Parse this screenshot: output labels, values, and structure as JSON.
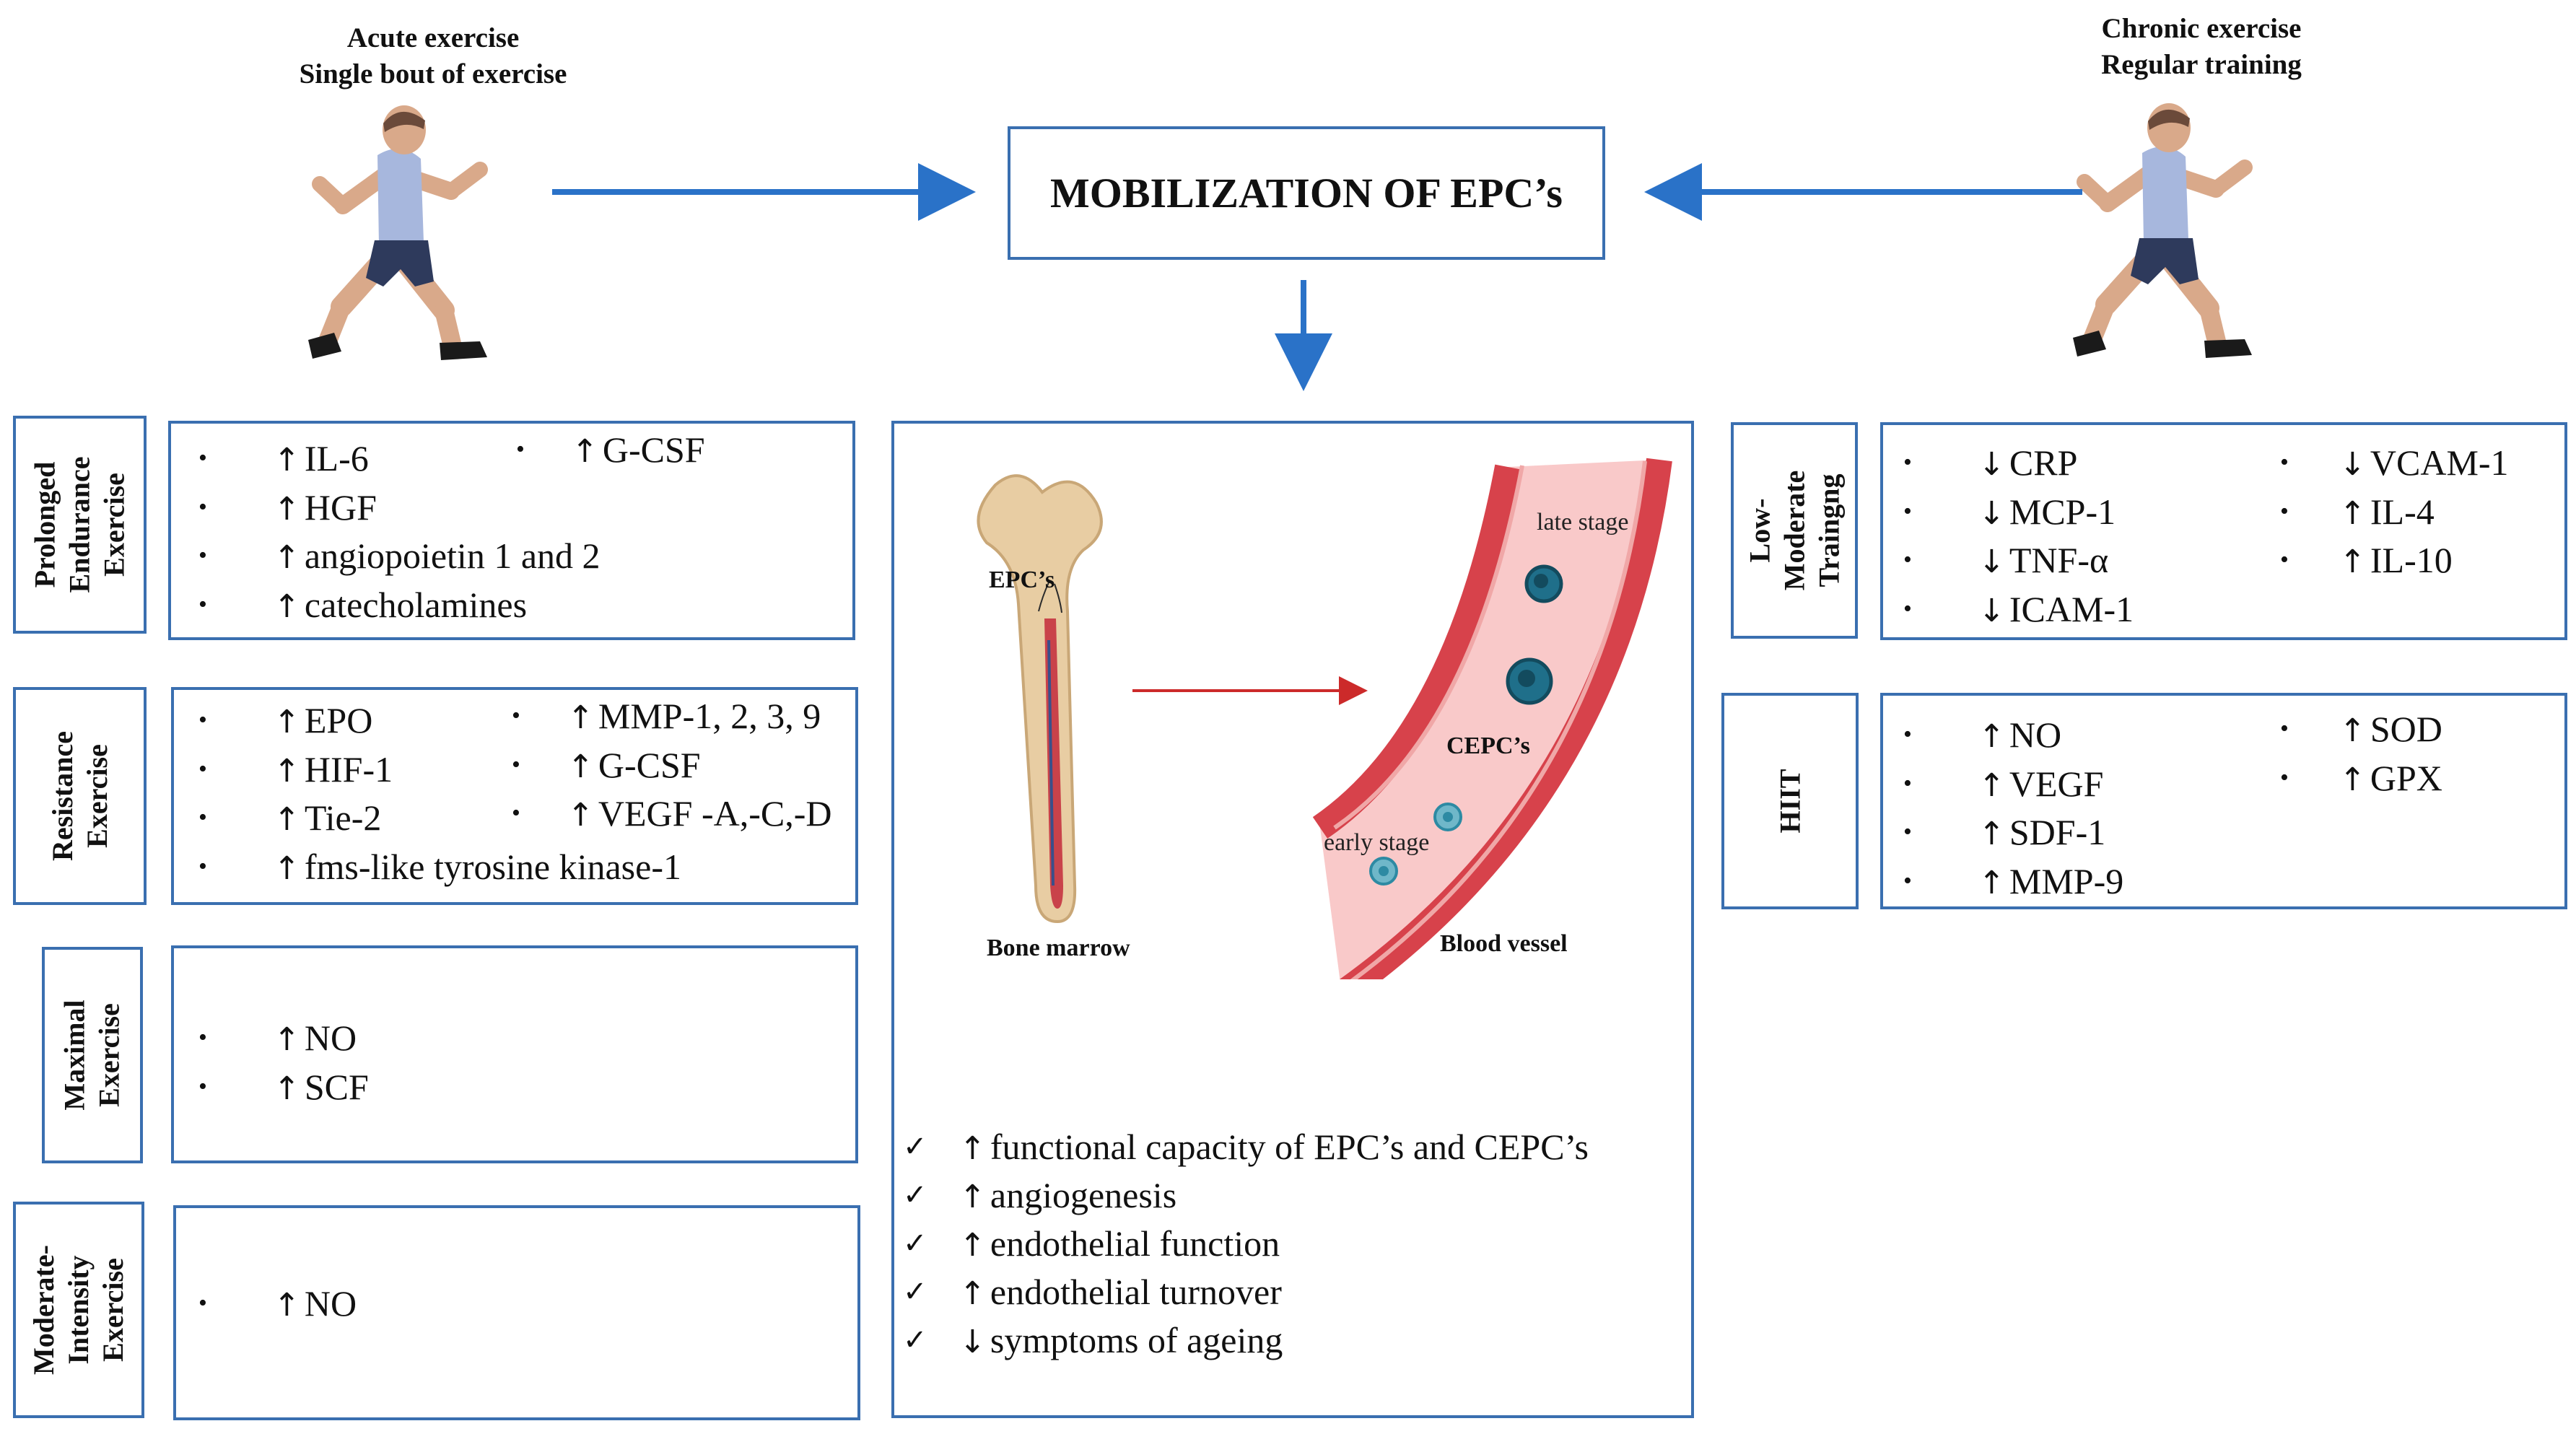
{
  "header_left": {
    "line1": "Acute exercise",
    "line2": "Single bout of exercise"
  },
  "header_right": {
    "line1": "Chronic exercise",
    "line2": "Regular training"
  },
  "center_title": "MOBILIZATION OF EPC’s",
  "colors": {
    "border": "#3a6fb0",
    "arrow": "#2a72c8",
    "red_arrow": "#cc2a2a",
    "vessel": "#d7424b",
    "vessel_inner": "#f9c9c9",
    "cell": "#1f6f8a",
    "bone": "#e8cda3"
  },
  "left_sections": [
    {
      "label": [
        "Prolonged",
        "Endurance",
        "Exercise"
      ],
      "col1": [
        {
          "arrow": "↑",
          "text": "IL-6"
        },
        {
          "arrow": "↑",
          "text": "HGF"
        },
        {
          "arrow": "↑",
          "text": "angiopoietin 1 and 2"
        },
        {
          "arrow": "↑",
          "text": "catecholamines"
        }
      ],
      "col2": [
        {
          "arrow": "↑",
          "text": "G-CSF"
        }
      ]
    },
    {
      "label": [
        "Resistance",
        "Exercise"
      ],
      "col1": [
        {
          "arrow": "↑",
          "text": "EPO"
        },
        {
          "arrow": "↑",
          "text": "HIF-1"
        },
        {
          "arrow": "↑",
          "text": "Tie-2"
        },
        {
          "arrow": "↑",
          "text": "fms-like tyrosine kinase-1"
        }
      ],
      "col2": [
        {
          "arrow": "↑",
          "text": "MMP-1, 2, 3, 9"
        },
        {
          "arrow": "↑",
          "text": "G-CSF"
        },
        {
          "arrow": "↑",
          "text": "VEGF -A,-C,-D"
        }
      ]
    },
    {
      "label": [
        "Maximal",
        "Exercise"
      ],
      "col1": [
        {
          "arrow": "↑",
          "text": "NO"
        },
        {
          "arrow": "↑",
          "text": "SCF"
        }
      ]
    },
    {
      "label": [
        "Moderate-",
        "Intensity",
        "Exercise"
      ],
      "col1": [
        {
          "arrow": "↑",
          "text": "NO"
        }
      ]
    }
  ],
  "right_sections": [
    {
      "label": [
        "Low-",
        "Moderate",
        "Traingng"
      ],
      "col1": [
        {
          "arrow": "↓",
          "text": "CRP"
        },
        {
          "arrow": "↓",
          "text": "MCP-1"
        },
        {
          "arrow": "↓",
          "text": "TNF-α"
        },
        {
          "arrow": "↓",
          "text": "ICAM-1"
        }
      ],
      "col2": [
        {
          "arrow": "↓",
          "text": "VCAM-1"
        },
        {
          "arrow": "↑",
          "text": "IL-4"
        },
        {
          "arrow": "↑",
          "text": "IL-10"
        }
      ]
    },
    {
      "label": [
        "HIIT"
      ],
      "col1": [
        {
          "arrow": "↑",
          "text": "NO"
        },
        {
          "arrow": "↑",
          "text": "VEGF"
        },
        {
          "arrow": "↑",
          "text": "SDF-1"
        },
        {
          "arrow": "↑",
          "text": "MMP-9"
        }
      ],
      "col2": [
        {
          "arrow": "↑",
          "text": "SOD"
        },
        {
          "arrow": "↑",
          "text": "GPX"
        }
      ]
    }
  ],
  "illustration": {
    "bone_label": "EPC’s",
    "bone_caption": "Bone marrow",
    "vessel_caption": "Blood vessel",
    "late_stage": "late stage",
    "cepc": "CEPC’s",
    "early_stage": "early stage"
  },
  "outcomes": [
    {
      "arrow": "↑",
      "text": "functional capacity of EPC’s and CEPC’s"
    },
    {
      "arrow": "↑",
      "text": "angiogenesis"
    },
    {
      "arrow": "↑",
      "text": "endothelial function"
    },
    {
      "arrow": "↑",
      "text": "endothelial turnover"
    },
    {
      "arrow": "↓",
      "text": "symptoms of ageing"
    }
  ]
}
